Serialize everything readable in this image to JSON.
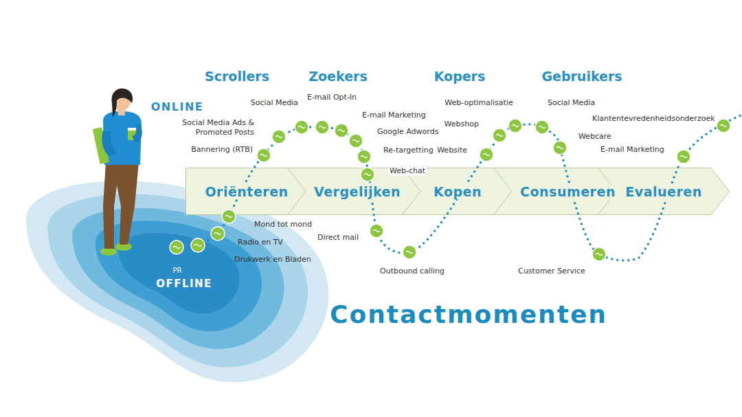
{
  "diagram": {
    "title": "Contactmomenten",
    "nodes": [
      {
        "text": [
          "Oriënteren"
        ]
      },
      {
        "text": [
          "Vergelijken"
        ]
      },
      {
        "text": [
          "Kopen"
        ]
      },
      {
        "text": [
          "Consumeren"
        ]
      },
      {
        "text": [
          "Evalueren"
        ]
      }
    ],
    "labels": [
      "Scrollers",
      "Zoekers",
      "Kopers",
      "Gebruikers",
      "ONLINE",
      "Social Media",
      "E-mail Opt-In",
      "E-mail Marketing",
      "Social Media Ads & Promoted Posts",
      "Google Adwords",
      "Bannering (RTB)",
      "Re-targetting",
      "Web-chat",
      "Web-optimalisatie",
      "Webshop",
      "Website",
      "Social Media",
      "Webcare",
      "Klantentevredenheidsonderzoek",
      "E-mail Marketing",
      "Mond tot mond",
      "Radio en TV",
      "Drukwerk en Bladen",
      "PR",
      "OFFLINE",
      "Direct mail",
      "Outbound calling",
      "Customer Service"
    ]
  }
}
